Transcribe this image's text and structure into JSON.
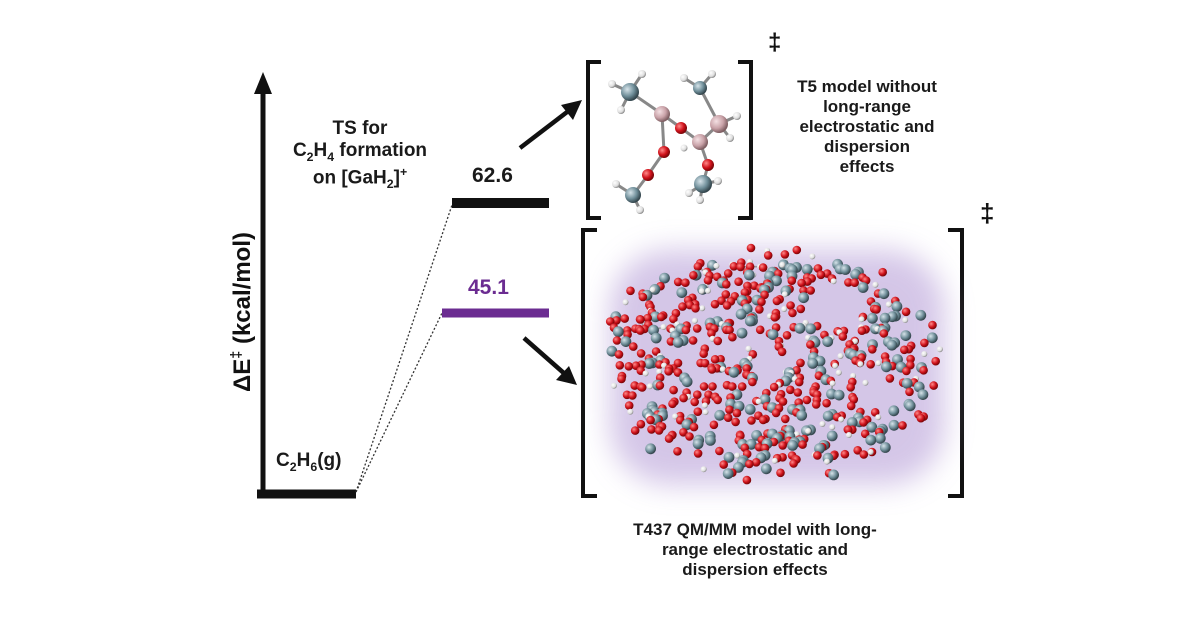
{
  "diagram": {
    "axis_label": {
      "main": "ΔE",
      "sup": "‡",
      "rest": " (kcal/mol)"
    },
    "ts_label": {
      "line1": "TS for",
      "line2_a": "C",
      "line2_sub1": "2",
      "line2_b": "H",
      "line2_sub2": "4",
      "line2_c": " formation",
      "line3_a": "on [GaH",
      "line3_sub": "2",
      "line3_b": "]",
      "line3_sup": "+"
    },
    "reactant_label": {
      "a": "C",
      "sub1": "2",
      "b": "H",
      "sub2": "6",
      "c": "(g)"
    },
    "levels": [
      {
        "value": "62.6",
        "color": "#111111"
      },
      {
        "value": "45.1",
        "color": "#6b2c91"
      }
    ],
    "t5_description": [
      "T5 model without",
      "long-range",
      "electrostatic and",
      "dispersion",
      "effects"
    ],
    "t437_description": [
      "T437 QM/MM model with long-",
      "range electrostatic and",
      "dispersion effects"
    ],
    "ts_symbol": "‡",
    "colors": {
      "oxygen": "#d0121b",
      "silicon": "#6f8e99",
      "hydrogen": "#f2f2f2",
      "gallium": "#c9a2a8",
      "glow": "#c6b3e0"
    }
  }
}
